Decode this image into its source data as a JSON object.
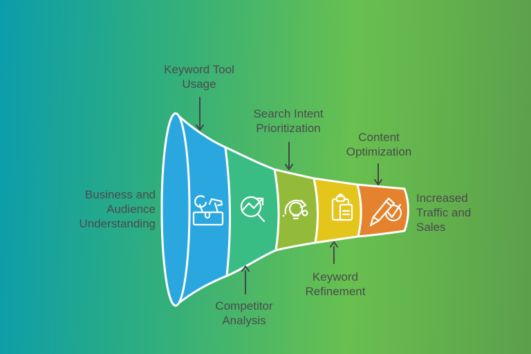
{
  "colors": {
    "bg_gradient": [
      "#0C9DAB",
      "#2FAE7E",
      "#68C04F",
      "#5C9F4B"
    ],
    "text": "#4A4B4D",
    "arrow": "#454545",
    "outline": "#FFFFFF"
  },
  "funnel": {
    "segments": [
      {
        "name": "keyword-tool-usage",
        "color": "#2BA7DF",
        "icon": "tools-icon"
      },
      {
        "name": "competitor-analysis",
        "color": "#3ABD84",
        "icon": "magnifier-trend-icon"
      },
      {
        "name": "search-intent-prioritization",
        "color": "#93BA38",
        "icon": "lightbulb-refresh-icon"
      },
      {
        "name": "keyword-refinement",
        "color": "#E4C51B",
        "icon": "clipboard-icon"
      },
      {
        "name": "content-optimization",
        "color": "#E5822E",
        "icon": "pencil-check-icon"
      }
    ]
  },
  "labels": {
    "start": "Business and\nAudience\nUnderstanding",
    "stage1": "Keyword Tool\nUsage",
    "stage2": "Competitor\nAnalysis",
    "stage3": "Search Intent\nPrioritization",
    "stage4": "Keyword\nRefinement",
    "stage5": "Content\nOptimization",
    "end": "Increased\nTraffic and\nSales"
  }
}
